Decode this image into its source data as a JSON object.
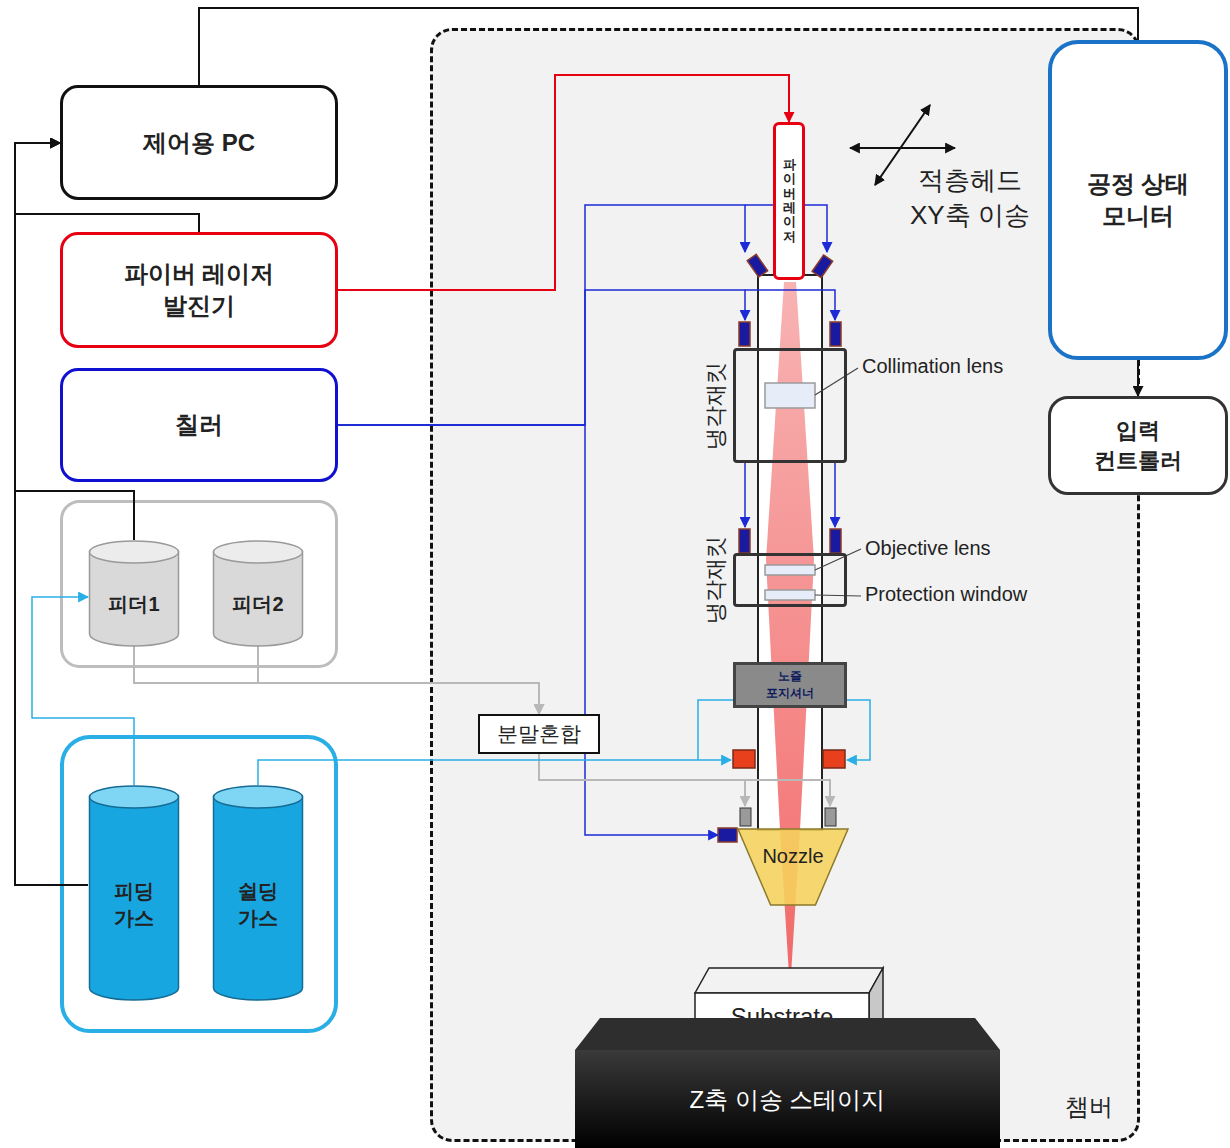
{
  "diagram": {
    "nodes": [
      {
        "text": [
          "제어용 PC"
        ]
      },
      {
        "text": [
          "파이버 레이저 발진기"
        ]
      },
      {
        "text": [
          "칠러"
        ]
      },
      {
        "text": [
          "피더1"
        ]
      },
      {
        "text": [
          "피더2"
        ]
      },
      {
        "text": [
          "피딩 가스"
        ]
      },
      {
        "text": [
          "쉴딩 가스"
        ]
      },
      {
        "text": [
          "챔버"
        ]
      },
      {
        "text": [
          "파이버레이저"
        ],
        "in": 7
      },
      {
        "text": [
          "냉각재킷"
        ],
        "in": 7
      },
      {
        "text": [
          "냉각재킷"
        ],
        "in": 7
      },
      {
        "text": [
          "노즐 포지셔너"
        ],
        "in": 7
      },
      {
        "text": [
          "분말혼합"
        ],
        "in": 7
      },
      {
        "text": [
          "Nozzle"
        ],
        "in": 7
      },
      {
        "text": [
          "Substrate"
        ],
        "in": 7
      },
      {
        "text": [
          "Z축 이송 스테이지"
        ],
        "in": 7
      },
      {
        "text": [
          "공정 상태 모니터"
        ]
      },
      {
        "text": [
          "입력 컨트롤러"
        ]
      }
    ],
    "edges": [
      {
        "from": 0,
        "to": 16,
        "arrow": "none"
      },
      {
        "from": 1,
        "to": 0,
        "arrow": "to"
      },
      {
        "from": 3,
        "to": 0,
        "arrow": "to"
      },
      {
        "from": 5,
        "to": 0,
        "arrow": "to"
      },
      {
        "from": 1,
        "to": 8,
        "arrow": "to"
      },
      {
        "from": 2,
        "to": 8,
        "arrow": "to"
      },
      {
        "from": 2,
        "to": 9,
        "arrow": "to"
      },
      {
        "from": 9,
        "to": 10,
        "arrow": "to"
      },
      {
        "from": 2,
        "to": 13,
        "arrow": "to"
      },
      {
        "from": 3,
        "to": 12,
        "arrow": "to"
      },
      {
        "from": 4,
        "to": 12,
        "arrow": "to"
      },
      {
        "from": 12,
        "to": 13,
        "arrow": "to"
      },
      {
        "from": 5,
        "to": 3,
        "arrow": "to"
      },
      {
        "from": 6,
        "to": 11,
        "arrow": "to"
      },
      {
        "from": 16,
        "to": 17,
        "arrow": "to"
      }
    ],
    "labels": [
      "적층헤드 XY축 이송",
      "Collimation lens",
      "Objective lens",
      "Protection window"
    ]
  }
}
